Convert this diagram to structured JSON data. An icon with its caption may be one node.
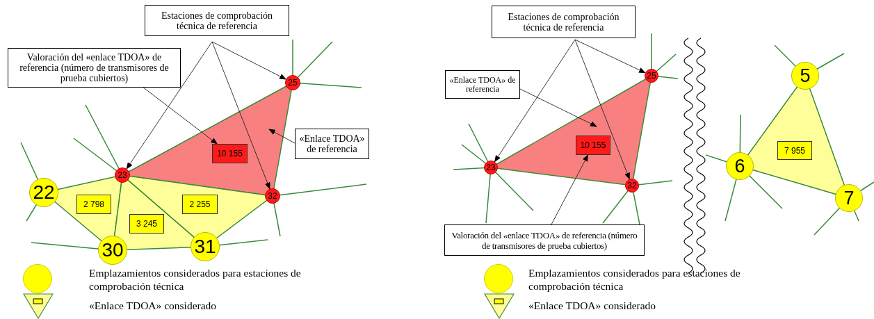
{
  "diagram": {
    "nodes": [
      {
        "text": [
          "Estaciones de comprobación técnica de referencia"
        ]
      },
      {
        "text": [
          "Valoración del «enlace TDOA» de referencia (número de transmisores de prueba cubiertos)"
        ]
      },
      {
        "text": [
          "«Enlace TDOA» de referencia"
        ]
      },
      {
        "text": [],
        "shape": "triangle"
      },
      {
        "text": [
          "10 155"
        ],
        "in": 3
      },
      {
        "text": [],
        "shape": "triangle"
      },
      {
        "text": [
          "2 798"
        ],
        "in": 5
      },
      {
        "text": [],
        "shape": "triangle"
      },
      {
        "text": [
          "3 245"
        ],
        "in": 7
      },
      {
        "text": [],
        "shape": "triangle"
      },
      {
        "text": [
          "2 255"
        ],
        "in": 9
      },
      {
        "text": [
          "25"
        ]
      },
      {
        "text": [
          "23"
        ]
      },
      {
        "text": [
          "32"
        ]
      },
      {
        "text": [
          "22"
        ]
      },
      {
        "text": [
          "30"
        ]
      },
      {
        "text": [
          "31"
        ]
      },
      {
        "text": [
          "Estaciones de comprobación técnica de referencia"
        ]
      },
      {
        "text": [
          "«Enlace TDOA» de referencia"
        ]
      },
      {
        "text": [],
        "shape": "triangle"
      },
      {
        "text": [
          "10 155"
        ],
        "in": 19
      },
      {
        "text": [
          "25"
        ]
      },
      {
        "text": [
          "23"
        ]
      },
      {
        "text": [
          "32"
        ]
      },
      {
        "text": [
          "Valoración del «enlace TDOA» de referencia (número de transmisores de prueba cubiertos)"
        ]
      },
      {
        "text": [],
        "shape": "triangle"
      },
      {
        "text": [
          "7 955"
        ],
        "in": 25
      },
      {
        "text": [
          "5"
        ]
      },
      {
        "text": [
          "6"
        ]
      },
      {
        "text": [
          "7"
        ]
      }
    ],
    "edges": [
      {
        "from": 0,
        "to": 11,
        "arrow": "to"
      },
      {
        "from": 0,
        "to": 12,
        "arrow": "to"
      },
      {
        "from": 0,
        "to": 13,
        "arrow": "to"
      },
      {
        "from": 1,
        "to": 4,
        "arrow": "to"
      },
      {
        "from": 2,
        "to": 3,
        "arrow": "to"
      },
      {
        "from": 17,
        "to": 21,
        "arrow": "to"
      },
      {
        "from": 17,
        "to": 22,
        "arrow": "to"
      },
      {
        "from": 17,
        "to": 23,
        "arrow": "to"
      },
      {
        "from": 18,
        "to": 19,
        "arrow": "to"
      },
      {
        "from": 24,
        "to": 20,
        "arrow": "to"
      }
    ],
    "legend": [
      {
        "text": "Emplazamientos considerados para estaciones de comprobación técnica"
      },
      {
        "text": "«Enlace TDOA» considerado"
      },
      {
        "text": "Emplazamientos considerados para estaciones de comprobación técnica"
      },
      {
        "text": "«Enlace TDOA» considerado"
      }
    ]
  }
}
